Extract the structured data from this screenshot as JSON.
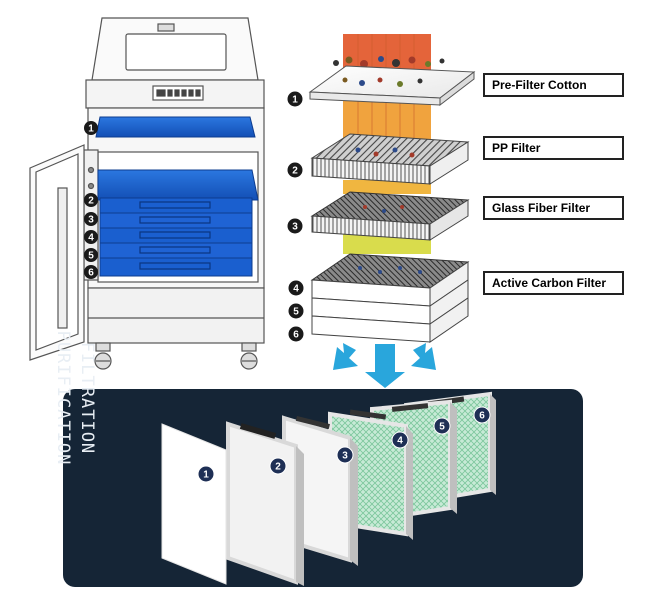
{
  "labels": {
    "pre_filter": "Pre-Filter Cotton",
    "pp": "PP Filter",
    "glass_fiber": "Glass Fiber Filter",
    "active_carbon": "Active Carbon Filter"
  },
  "stack_badges": [
    "1",
    "2",
    "3",
    "4",
    "5",
    "6"
  ],
  "machine_badges": [
    "1",
    "2",
    "3",
    "4",
    "5",
    "6"
  ],
  "panel": {
    "title_line1": "FILTRATION",
    "title_line2": "PURIFICATION",
    "badges": [
      "1",
      "2",
      "3",
      "4",
      "5",
      "6"
    ]
  },
  "colors": {
    "panel_bg": "#152536",
    "drawer_blue": "#1a5fcf",
    "arrow_blue": "#29a6dc",
    "airflow_top": "#e4643a",
    "airflow_mid": "#f0a33e",
    "airflow_low": "#d9dc4c",
    "carbon_filter_green": "#c7ead6"
  }
}
